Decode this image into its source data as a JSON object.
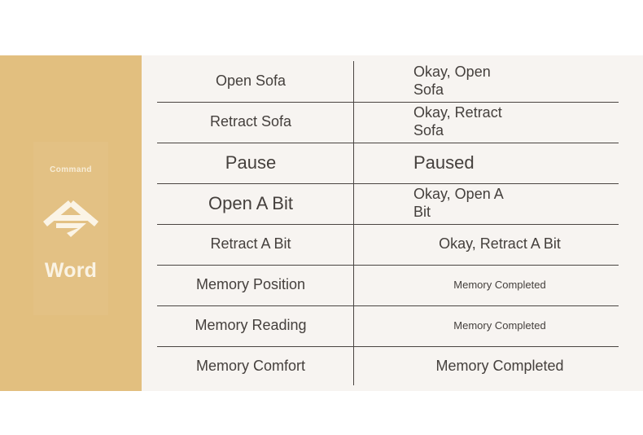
{
  "sidebar": {
    "label": "Command",
    "glyph_name": "ling-command-character",
    "word": "Word",
    "bg_color": "#E2BF7F",
    "text_color": "#FAF3E4"
  },
  "content": {
    "bg_color": "#F7F4F1",
    "line_color": "#4A4542",
    "text_color": "#45403D"
  },
  "table": {
    "rows": [
      {
        "command": "Open Sofa",
        "response": "Okay, Open\nSofa",
        "command_size": "md",
        "response_size": "md",
        "response_align": "wrap"
      },
      {
        "command": "Retract Sofa",
        "response": "Okay, Retract\nSofa",
        "command_size": "md",
        "response_size": "md",
        "response_align": "wrap"
      },
      {
        "command": "Pause",
        "response": "Paused",
        "command_size": "lg",
        "response_size": "lg",
        "response_align": "wrap"
      },
      {
        "command": "Open A Bit",
        "response": "Okay, Open A\nBit",
        "command_size": "lg",
        "response_size": "md",
        "response_align": "wrap"
      },
      {
        "command": "Retract A Bit",
        "response": "Okay, Retract A Bit",
        "command_size": "md",
        "response_size": "md",
        "response_align": "center"
      },
      {
        "command": "Memory Position",
        "response": "Memory Completed",
        "command_size": "md",
        "response_size": "sm",
        "response_align": "center"
      },
      {
        "command": "Memory Reading",
        "response": "Memory Completed",
        "command_size": "md",
        "response_size": "sm",
        "response_align": "center"
      },
      {
        "command": "Memory Comfort",
        "response": "Memory Completed",
        "command_size": "md",
        "response_size": "md",
        "response_align": "center"
      }
    ]
  }
}
